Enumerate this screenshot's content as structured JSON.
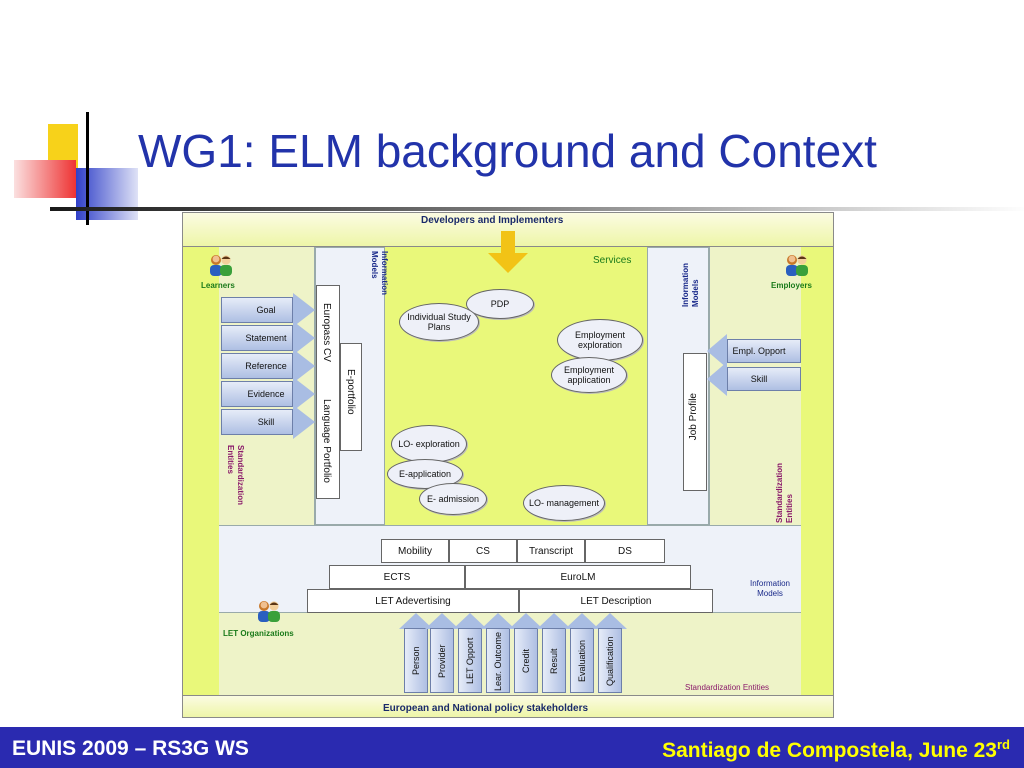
{
  "slide": {
    "title": "WG1:  ELM background and Context"
  },
  "diagram": {
    "top_band": "Developers and Implementers",
    "bottom_band": "European and National policy stakeholders",
    "services_label": "Services",
    "info_models_left": "Information Models",
    "info_models_right": "Information Models",
    "info_models_bottom": "Information Models",
    "std_entities_left": "Standardization Entities",
    "std_entities_right": "Standardization Entities",
    "std_entities_bottom": "Standardization Entities",
    "learners": "Learners",
    "employers": "Employers",
    "let_orgs": "LET Organizations",
    "left_arrows": [
      "Goal",
      "Statement",
      "Reference",
      "Evidence",
      "Skill"
    ],
    "europass_cv": "Europass CV",
    "language_portfolio": "Language Portfolio",
    "e_portfolio": "E-portfolio",
    "job_profile": "Job Profile",
    "right_arrows": [
      "Empl. Opport",
      "Skill"
    ],
    "services": {
      "pdp": "PDP",
      "individual_study_plans": "Individual Study Plans",
      "employment_exploration": "Employment exploration",
      "employment_application": "Employment application",
      "lo_exploration": "LO- exploration",
      "e_application": "E-application",
      "e_admission": "E- admission",
      "lo_management": "LO- management"
    },
    "row1": [
      "Mobility",
      "CS",
      "Transcript",
      "DS"
    ],
    "row2": [
      "ECTS",
      "EuroLM"
    ],
    "row3": [
      "LET Adevertising",
      "LET Description"
    ],
    "bottom_arrows": [
      "Person",
      "Provider",
      "LET Opport",
      "Lear. Outcome",
      "Credit",
      "Result",
      "Evaluation",
      "Qualification"
    ]
  },
  "footer": {
    "left": "EUNIS 2009 – RS3G WS",
    "right_main": "Santiago de Compostela, June 23",
    "right_sup": "rd"
  },
  "colors": {
    "title": "#2233aa",
    "footer_bg": "#2a2ab0",
    "footer_right": "#ffff00",
    "diagram_bg": "#e9f87a"
  }
}
